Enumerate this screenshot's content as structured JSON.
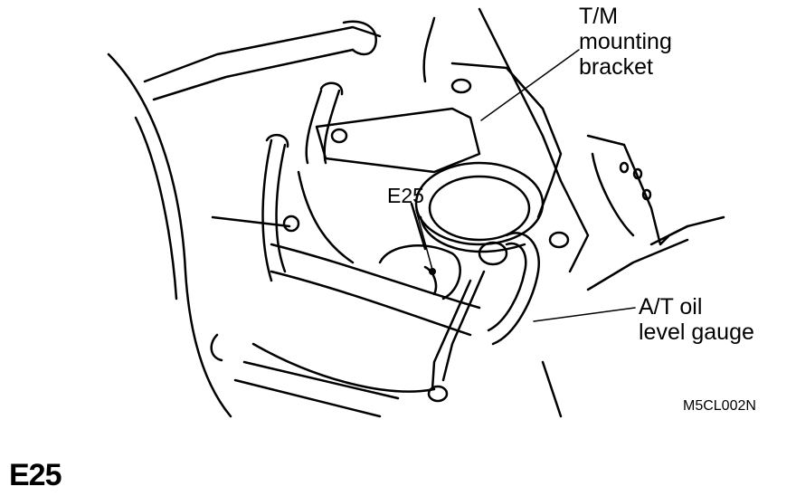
{
  "labels": {
    "tm_line1": "T/M",
    "tm_line2": "mounting",
    "tm_line3": "bracket",
    "connector": "E25",
    "at_line1": "A/T oil",
    "at_line2": "level gauge"
  },
  "figure_code": "M5CL002N",
  "heading": "E25"
}
